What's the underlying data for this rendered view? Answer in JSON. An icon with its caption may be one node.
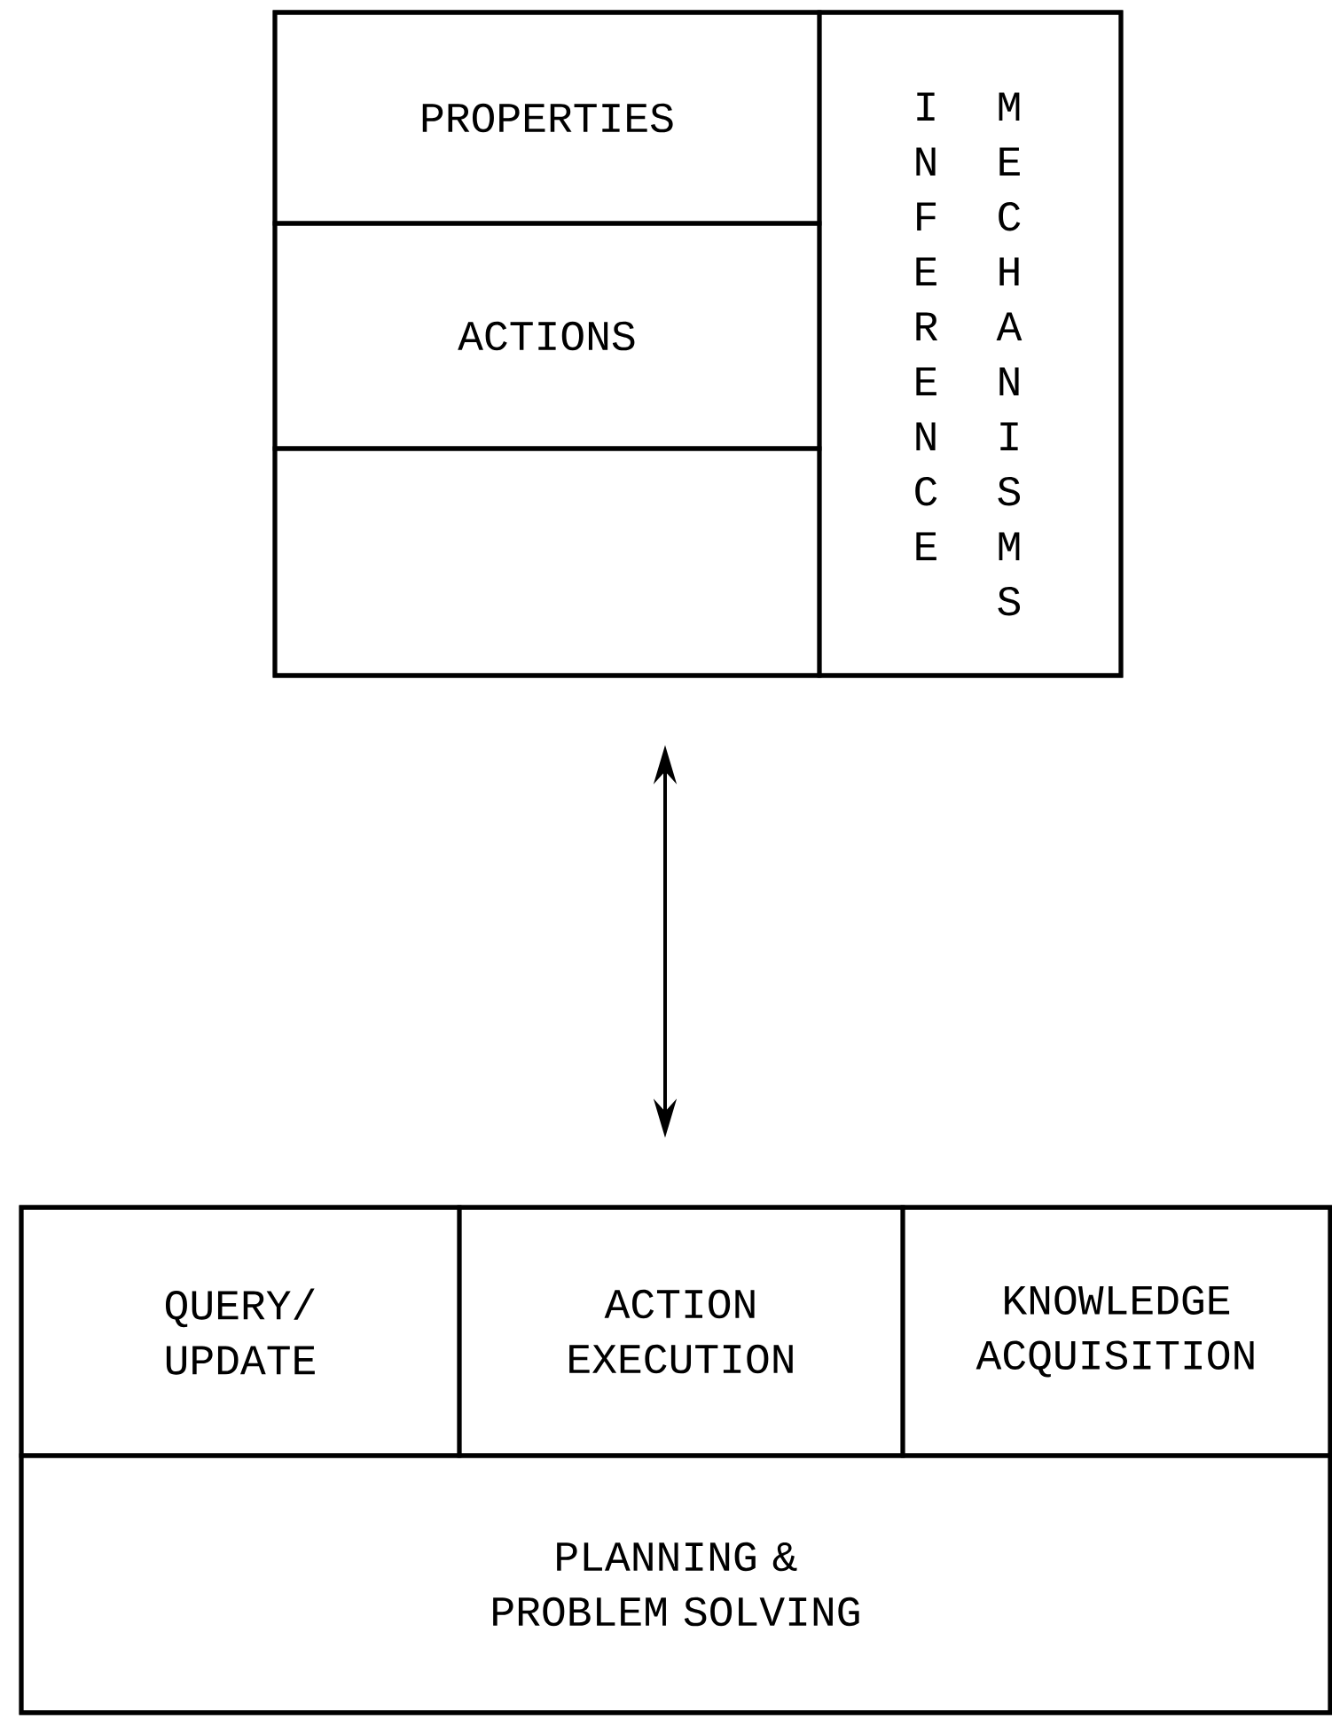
{
  "diagram": {
    "nodes": [
      {
        "text": [],
        "shape": "box"
      },
      {
        "text": [
          "PROPERTIES"
        ],
        "in": 0
      },
      {
        "text": [
          "ACTIONS"
        ],
        "in": 0
      },
      {
        "text": [],
        "shape": "box",
        "in": 0
      },
      {
        "text": [
          "INFERENCE",
          "MECHANISMS"
        ],
        "in": 0
      },
      {
        "text": [],
        "shape": "box"
      },
      {
        "text": [
          "QUERY/ UPDATE"
        ],
        "in": 5
      },
      {
        "text": [
          "ACTION EXECUTION"
        ],
        "in": 5
      },
      {
        "text": [
          "KNOWLEDGE ACQUISITION"
        ],
        "in": 5
      },
      {
        "text": [
          "PLANNING & PROBLEM SOLVING"
        ],
        "in": 5
      }
    ],
    "edges": [
      {
        "from": 0,
        "to": 5,
        "arrow": "both"
      }
    ]
  }
}
